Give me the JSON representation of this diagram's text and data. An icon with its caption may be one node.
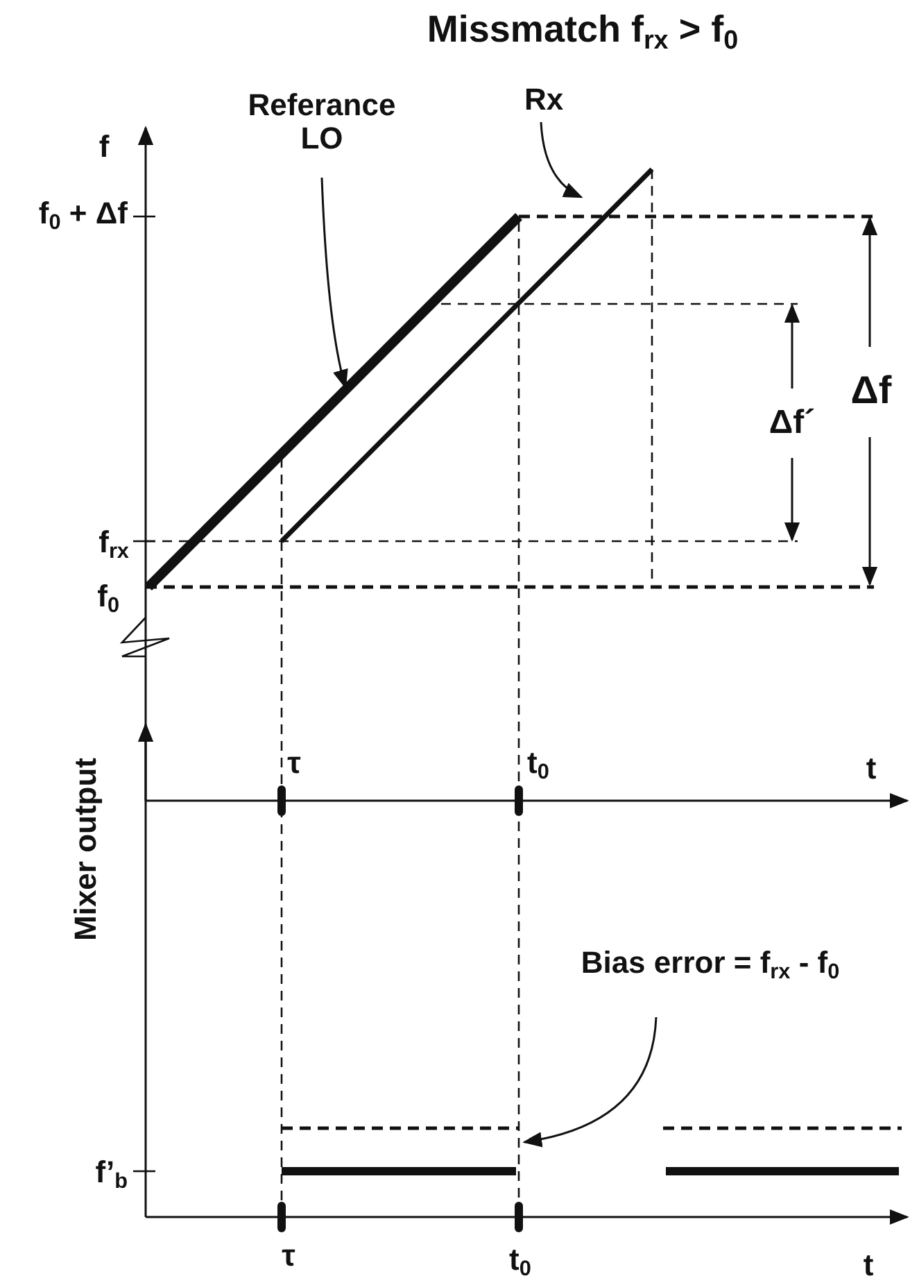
{
  "diagram": {
    "title": "Missmatch f$_{rx}$ > f$_{0}$",
    "nodes": [
      {
        "text": [
          "Referance LO"
        ]
      },
      {
        "text": [],
        "shape": "line"
      },
      {
        "text": [
          "Rx"
        ]
      },
      {
        "text": [],
        "shape": "line"
      },
      {
        "text": [
          "Bias error = f$_{rx}$ - f$_{0}$"
        ]
      },
      {
        "text": [],
        "shape": "line"
      }
    ],
    "edges": [
      {
        "from": 0,
        "to": 1,
        "arrow": "to"
      },
      {
        "from": 2,
        "to": 3,
        "arrow": "to"
      },
      {
        "from": 4,
        "to": 5,
        "arrow": "to"
      }
    ],
    "labels": [
      "f",
      "f$_{0}$ + Δf",
      "f$_{rx}$",
      "f$_{0}$",
      "Δf´",
      "Δf",
      "τ",
      "t$_{0}$",
      "t",
      "Mixer output",
      "f’$_{b}$",
      "τ",
      "t$_{0}$",
      "t"
    ]
  }
}
